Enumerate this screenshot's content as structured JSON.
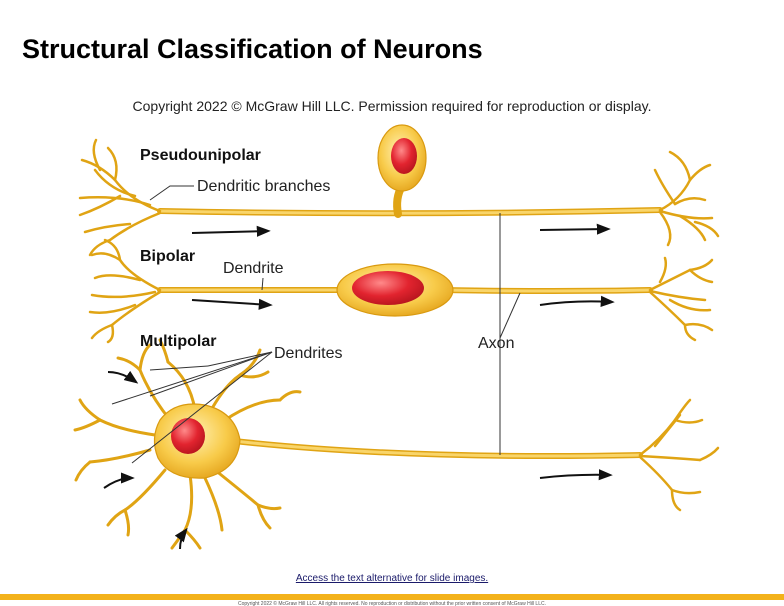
{
  "slide": {
    "title": "Structural Classification of Neurons",
    "copyright_top": "Copyright 2022 © McGraw Hill LLC. Permission required for reproduction or display.",
    "alt_text_link": "Access the text alternative for slide images.",
    "footer": "Copyright 2022 © McGraw Hill LLC. All rights reserved. No reproduction or distribution without the prior written consent of McGraw Hill LLC."
  },
  "diagram": {
    "labels": {
      "pseudounipolar": "Pseudounipolar",
      "dendritic_branches": "Dendritic branches",
      "bipolar": "Bipolar",
      "dendrite": "Dendrite",
      "multipolar": "Multipolar",
      "dendrites": "Dendrites",
      "axon": "Axon"
    }
  },
  "colors": {
    "accent_bar": "#f3b21b",
    "neuron_fill": "#f7c641",
    "neuron_stroke": "#d99a10",
    "nucleus": "#e2242f"
  }
}
